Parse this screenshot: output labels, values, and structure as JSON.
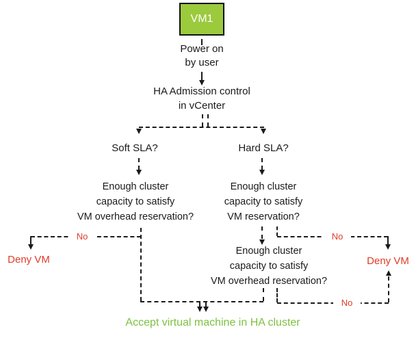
{
  "diagram": {
    "vm_box": "VM1",
    "power_on": "Power on\nby user",
    "admission": "HA Admission control\nin vCenter",
    "soft_sla": "Soft SLA?",
    "hard_sla": "Hard SLA?",
    "question_soft_overhead": "Enough cluster\ncapacity to satisfy\nVM overhead reservation?",
    "question_hard_reservation": "Enough cluster\ncapacity to satisfy\nVM reservation?",
    "question_hard_overhead": "Enough cluster\ncapacity to satisfy\nVM overhead reservation?",
    "no_left": "No",
    "no_right_first": "No",
    "no_right_second": "No",
    "deny_left": "Deny VM",
    "deny_right": "Deny VM",
    "accept": "Accept virtual machine in HA cluster"
  },
  "colors": {
    "vm_box_fill": "#9bca3d",
    "vm_box_border": "#111111",
    "accept_green": "#7dc142",
    "deny_red": "#e03b28",
    "line_black": "#1a1a1a",
    "text_black": "#1a1a1a"
  }
}
